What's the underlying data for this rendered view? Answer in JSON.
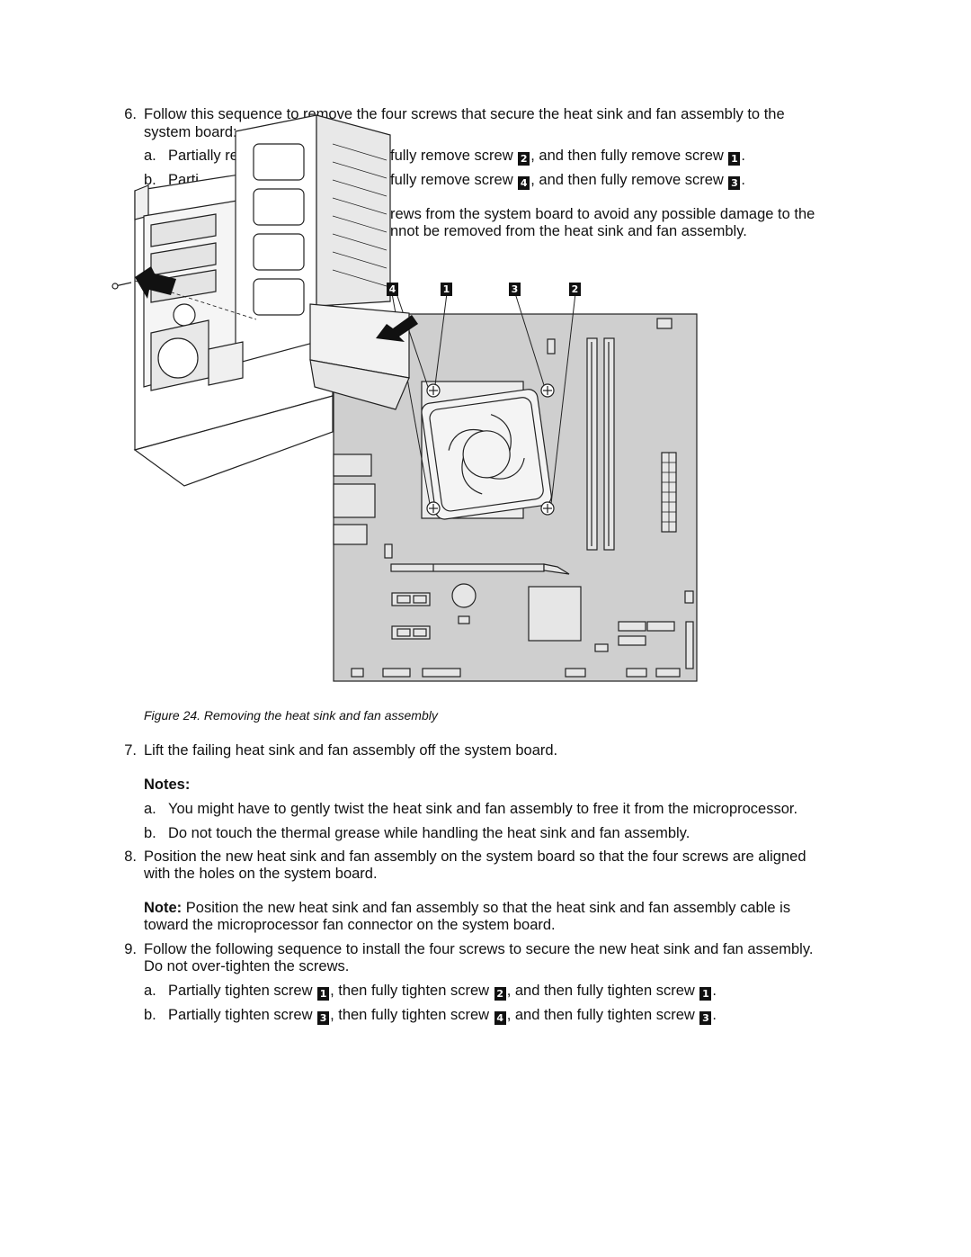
{
  "step6": {
    "number": "6.",
    "line1": "Follow this sequence to remove the four screws that secure the heat sink and fan assembly to the",
    "line2": "system board:",
    "a_letter": "a.",
    "a_pre": "Partially re",
    "a_mid1": "fully remove screw",
    "a_screw1": "2",
    "a_mid2": ", and then fully remove screw",
    "a_screw2": "1",
    "a_end": ".",
    "b_letter": "b.",
    "b_pre": "Parti",
    "b_mid1": "fully remove screw",
    "b_screw1": "4",
    "b_mid2": ", and then fully remove screw",
    "b_screw2": "3",
    "b_end": ".",
    "note_line1": "rews from the system board to avoid any possible damage to the",
    "note_line2": "nnot be removed from the heat sink and fan assembly."
  },
  "figure": {
    "callouts": [
      "4",
      "1",
      "3",
      "2"
    ],
    "caption": "Figure 24.  Removing the heat sink and fan assembly"
  },
  "step7": {
    "number": "7.",
    "text": "Lift the failing heat sink and fan assembly off the system board.",
    "notes_heading": "Notes:",
    "a_letter": "a.",
    "a_text": "You might have to gently twist the heat sink and fan assembly to free it from the microprocessor.",
    "b_letter": "b.",
    "b_text": "Do not touch the thermal grease while handling the heat sink and fan assembly."
  },
  "step8": {
    "number": "8.",
    "line1": "Position the new heat sink and fan assembly on the system board so that the four screws are aligned",
    "line2": "with the holes on the system board.",
    "note_label": "Note:",
    "note_line1": " Position the new heat sink and fan assembly so that the heat sink and fan assembly cable is",
    "note_line2": "toward the microprocessor fan connector on the system board."
  },
  "step9": {
    "number": "9.",
    "line1": "Follow the following sequence to install the four screws to secure the new heat sink and fan assembly.",
    "line2": "Do not over-tighten the screws.",
    "a_letter": "a.",
    "a_text1": "Partially tighten screw",
    "a_s1": "1",
    "a_text2": ", then fully tighten screw",
    "a_s2": "2",
    "a_text3": ", and then fully tighten screw",
    "a_s3": "1",
    "a_end": ".",
    "b_letter": "b.",
    "b_text1": "Partially tighten screw",
    "b_s1": "3",
    "b_text2": ", then fully tighten screw",
    "b_s2": "4",
    "b_text3": ", and then fully tighten screw",
    "b_s3": "3",
    "b_end": "."
  }
}
